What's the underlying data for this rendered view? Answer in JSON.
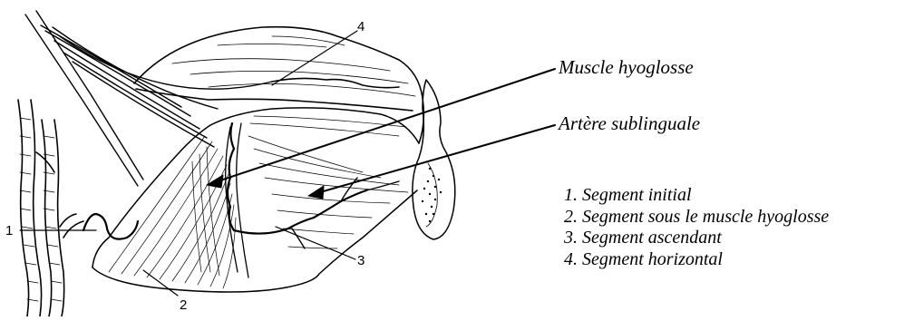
{
  "labels": {
    "muscle": "Muscle hyoglosse",
    "artery": "Artère sublinguale"
  },
  "numbers": [
    "1",
    "2",
    "3",
    "4"
  ],
  "legend": [
    "1. Segment initial",
    "2. Segment sous le muscle hyoglosse",
    "3. Segment ascendant",
    "4. Segment horizontal"
  ]
}
